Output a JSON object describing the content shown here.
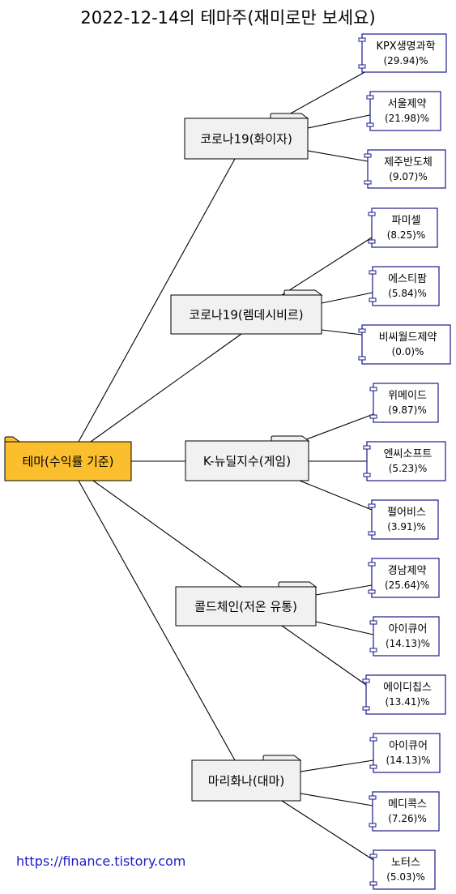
{
  "title": "2022-12-14의 테마주(재미로만 보세요)",
  "root": {
    "label": "테마(수익률 기준)"
  },
  "themes": [
    {
      "label": "코로나19(화이자)",
      "stocks": [
        {
          "name": "KPX생명과학",
          "pct": "(29.94)%"
        },
        {
          "name": "서울제약",
          "pct": "(21.98)%"
        },
        {
          "name": "제주반도체",
          "pct": "(9.07)%"
        }
      ]
    },
    {
      "label": "코로나19(렘데시비르)",
      "stocks": [
        {
          "name": "파미셀",
          "pct": "(8.25)%"
        },
        {
          "name": "에스티팜",
          "pct": "(5.84)%"
        },
        {
          "name": "비씨월드제약",
          "pct": "(0.0)%"
        }
      ]
    },
    {
      "label": "K-뉴딜지수(게임)",
      "stocks": [
        {
          "name": "위메이드",
          "pct": "(9.87)%"
        },
        {
          "name": "엔씨소프트",
          "pct": "(5.23)%"
        },
        {
          "name": "펄어비스",
          "pct": "(3.91)%"
        }
      ]
    },
    {
      "label": "콜드체인(저온 유통)",
      "stocks": [
        {
          "name": "경남제약",
          "pct": "(25.64)%"
        },
        {
          "name": "아이큐어",
          "pct": "(14.13)%"
        },
        {
          "name": "에이디칩스",
          "pct": "(13.41)%"
        }
      ]
    },
    {
      "label": "마리화나(대마)",
      "stocks": [
        {
          "name": "아이큐어",
          "pct": "(14.13)%"
        },
        {
          "name": "메디콕스",
          "pct": "(7.26)%"
        },
        {
          "name": "노터스",
          "pct": "(5.03)%"
        }
      ]
    }
  ],
  "footer": "https://finance.tistory.com",
  "colors": {
    "root_fill": "#fbbe2c",
    "theme_fill": "#f1f1f1",
    "stock_border": "#1a1a88",
    "link": "#1a1acc"
  }
}
